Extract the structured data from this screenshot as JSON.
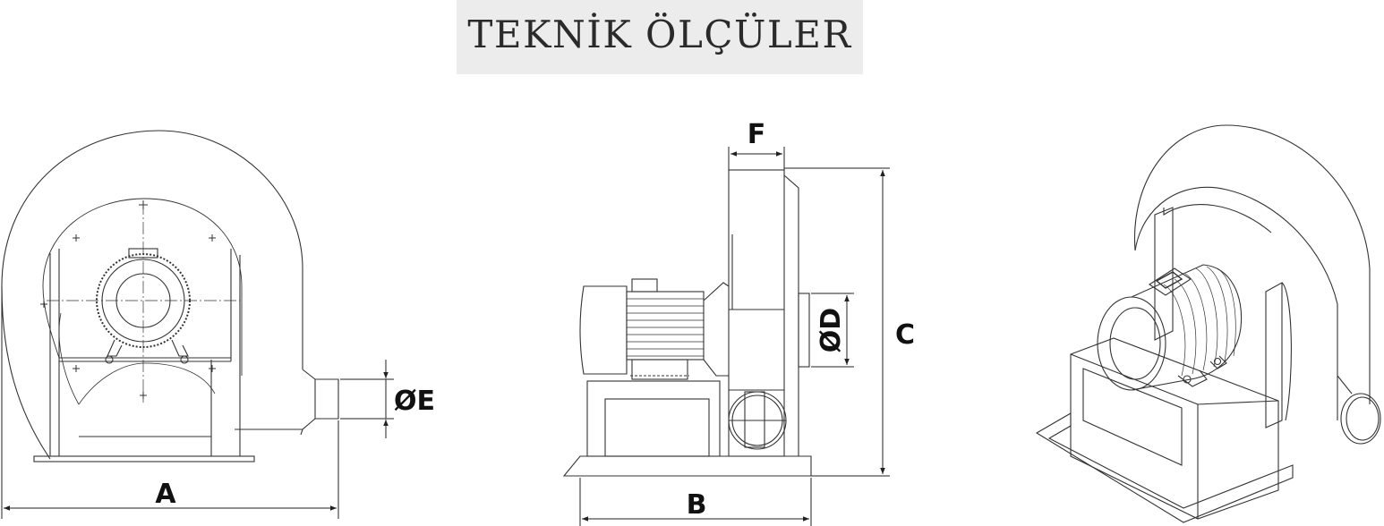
{
  "title": "TEKNİK ÖLÇÜLER",
  "dimensions": {
    "a": "A",
    "b": "B",
    "c": "C",
    "d": "ØD",
    "e": "ØE",
    "f": "F"
  }
}
